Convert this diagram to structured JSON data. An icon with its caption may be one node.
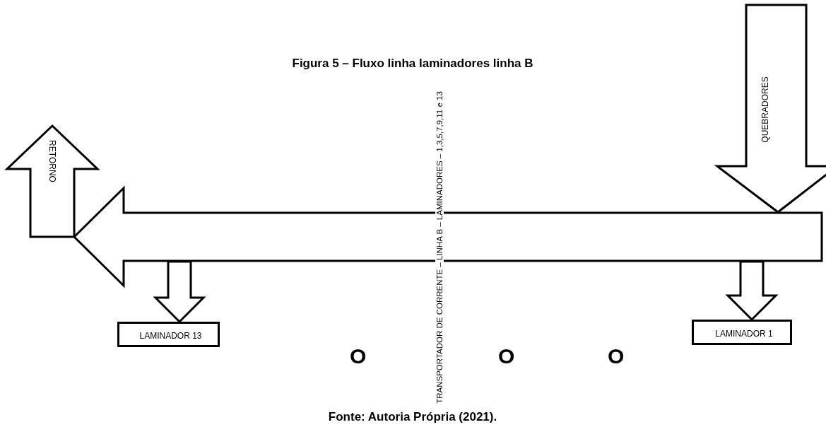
{
  "diagram": {
    "title": "Figura 5 – Fluxo linha laminadores linha B",
    "caption": "Fonte: Autoria Própria (2021).",
    "nodes": [
      {
        "text": [
          "QUEBRADORES"
        ]
      },
      {
        "text": [
          "RETORNO"
        ]
      },
      {
        "text": [
          "LAMINADOR  13"
        ]
      },
      {
        "text": [
          "LAMINADOR  1"
        ]
      }
    ],
    "edges": [
      {
        "from": 0,
        "to": 1,
        "arrow": "to"
      },
      {
        "from": null,
        "to": 2,
        "arrow": "to"
      },
      {
        "from": null,
        "to": 3,
        "arrow": "to"
      }
    ],
    "labels": [
      "TRANSPORTADOR DE CORRENTE – LINHA B – LAMINADORES – 1,3,5,7,9,11 e 13",
      "O",
      "O",
      "O"
    ]
  }
}
